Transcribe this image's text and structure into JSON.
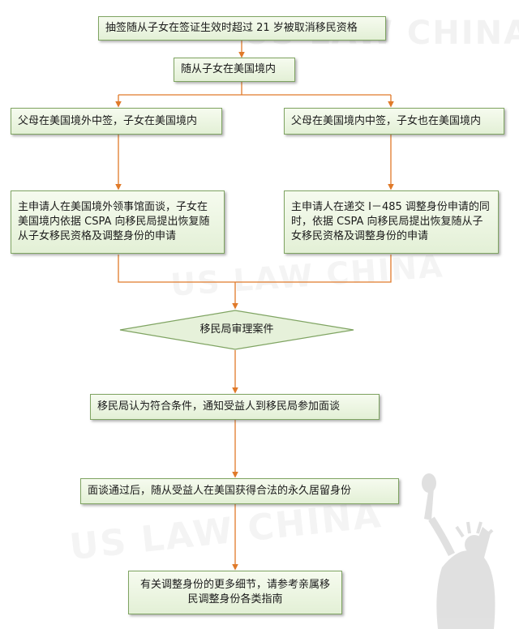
{
  "flow": {
    "step1": "抽签随从子女在签证生效时超过 21 岁被取消移民资格",
    "step2": "随从子女在美国境内",
    "left_branch": {
      "condition": "父母在美国境外中签，子女在美国境内",
      "action": "主申请人在美国境外领事馆面谈，子女在美国境内依据  CSPA  向移民局提出恢复随从子女移民资格及调整身份的申请"
    },
    "right_branch": {
      "condition": "父母在美国境内中签，子女也在美国境内",
      "action": "主申请人在递交 I－485 调整身份申请的同时，依据 CSPA 向移民局提出恢复随从子女移民资格及调整身份的申请"
    },
    "decision": "移民局审理案件",
    "step_interview": "移民局认为符合条件，通知受益人到移民局参加面谈",
    "step_result": "面谈通过后，随从受益人在美国获得合法的永久居留身份",
    "final_note": "有关调整身份的更多细节，请参考亲属移民调整身份各类指南"
  },
  "watermark": {
    "brand": "US LAW CHINA"
  },
  "colors": {
    "connector": "#e07a2a",
    "box_border": "#7fa462",
    "box_fill": "#e8f3dc",
    "decision_fill": "#e6f1da"
  }
}
